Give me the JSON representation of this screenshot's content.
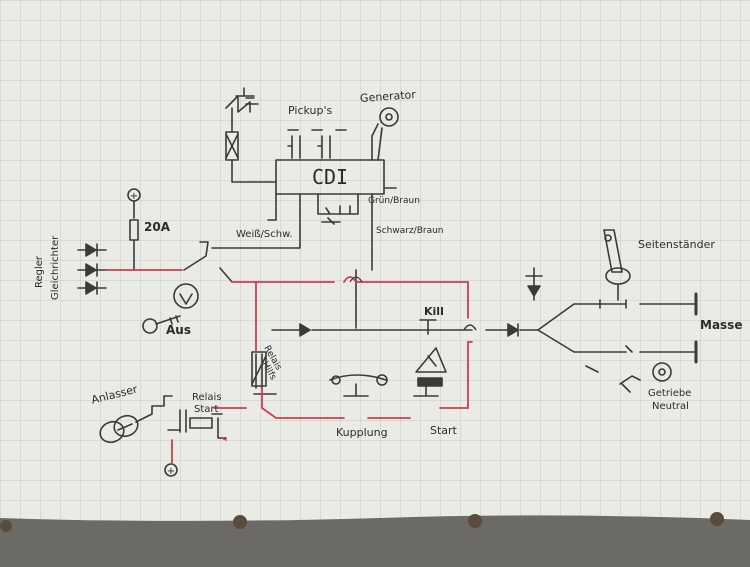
{
  "labels": {
    "generator": "Generator",
    "pickups": "Pickup's",
    "cdi": "CDI",
    "gruen_braun": "Grün/Braun",
    "schwarz_braun": "Schwarz/Braun",
    "weiss_schw": "Weiß/Schw.",
    "fuse": "20A",
    "regler": "Regler",
    "gleichrichter": "Gleichrichter",
    "aus": "Aus",
    "kill": "Kill",
    "relais_hilfs_1": "Relais",
    "relais_hilfs_2": "Hilfs",
    "relais_start_1": "Relais",
    "relais_start_2": "Start",
    "anlasser": "Anlasser",
    "kupplung": "Kupplung",
    "start": "Start",
    "seitenstaender": "Seitenständer",
    "masse": "Masse",
    "getriebe_1": "Getriebe",
    "getriebe_2": "Neutral",
    "plus_top": "+",
    "plus_bottom": "+"
  },
  "colors": {
    "paper": "#ebebe6",
    "grid": "#b9bcc2",
    "pencil": "#3a3a3a",
    "red_wire": "#c9404f"
  }
}
